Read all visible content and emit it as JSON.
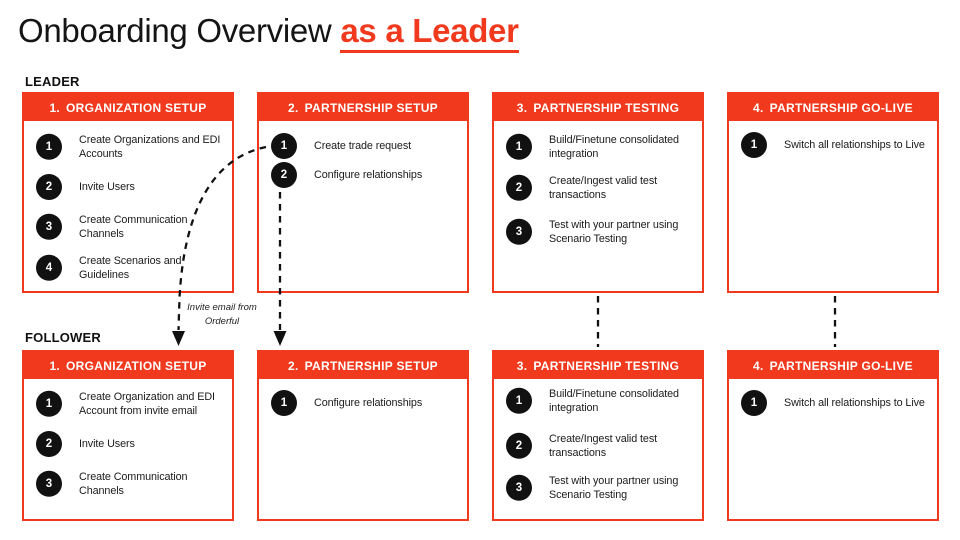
{
  "title": {
    "prefix": "Onboarding Overview",
    "highlight": "as a Leader"
  },
  "colors": {
    "accent": "#F1391D",
    "badge": "#111111"
  },
  "connector_label": {
    "line1": "Invite email from",
    "line2": "Orderful"
  },
  "rows": [
    {
      "label": "LEADER",
      "boxes": [
        {
          "number": "1.",
          "title": "ORGANIZATION SETUP",
          "steps": [
            {
              "num": "1",
              "text": "Create Organizations and EDI Accounts"
            },
            {
              "num": "2",
              "text": "Invite Users"
            },
            {
              "num": "3",
              "text": "Create Communication Channels"
            },
            {
              "num": "4",
              "text": "Create Scenarios and Guidelines"
            }
          ]
        },
        {
          "number": "2.",
          "title": "PARTNERSHIP SETUP",
          "steps": [
            {
              "num": "1",
              "text": "Create trade request"
            },
            {
              "num": "2",
              "text": "Configure relationships"
            }
          ]
        },
        {
          "number": "3.",
          "title": "PARTNERSHIP TESTING",
          "steps": [
            {
              "num": "1",
              "text": "Build/Finetune consolidated integration"
            },
            {
              "num": "2",
              "text": "Create/Ingest valid test transactions"
            },
            {
              "num": "3",
              "text": "Test with your partner using Scenario Testing"
            }
          ]
        },
        {
          "number": "4.",
          "title": "PARTNERSHIP GO-LIVE",
          "steps": [
            {
              "num": "1",
              "text": "Switch all relationships to Live"
            }
          ]
        }
      ]
    },
    {
      "label": "FOLLOWER",
      "boxes": [
        {
          "number": "1.",
          "title": "ORGANIZATION SETUP",
          "steps": [
            {
              "num": "1",
              "text": "Create Organization and EDI Account from invite email"
            },
            {
              "num": "2",
              "text": "Invite Users"
            },
            {
              "num": "3",
              "text": "Create Communication Channels"
            }
          ]
        },
        {
          "number": "2.",
          "title": "PARTNERSHIP SETUP",
          "steps": [
            {
              "num": "1",
              "text": "Configure relationships"
            }
          ]
        },
        {
          "number": "3.",
          "title": "PARTNERSHIP TESTING",
          "steps": [
            {
              "num": "1",
              "text": "Build/Finetune consolidated integration"
            },
            {
              "num": "2",
              "text": "Create/Ingest valid test transactions"
            },
            {
              "num": "3",
              "text": "Test with your partner using Scenario Testing"
            }
          ]
        },
        {
          "number": "4.",
          "title": "PARTNERSHIP GO-LIVE",
          "steps": [
            {
              "num": "1",
              "text": "Switch all relationships to Live"
            }
          ]
        }
      ]
    }
  ]
}
